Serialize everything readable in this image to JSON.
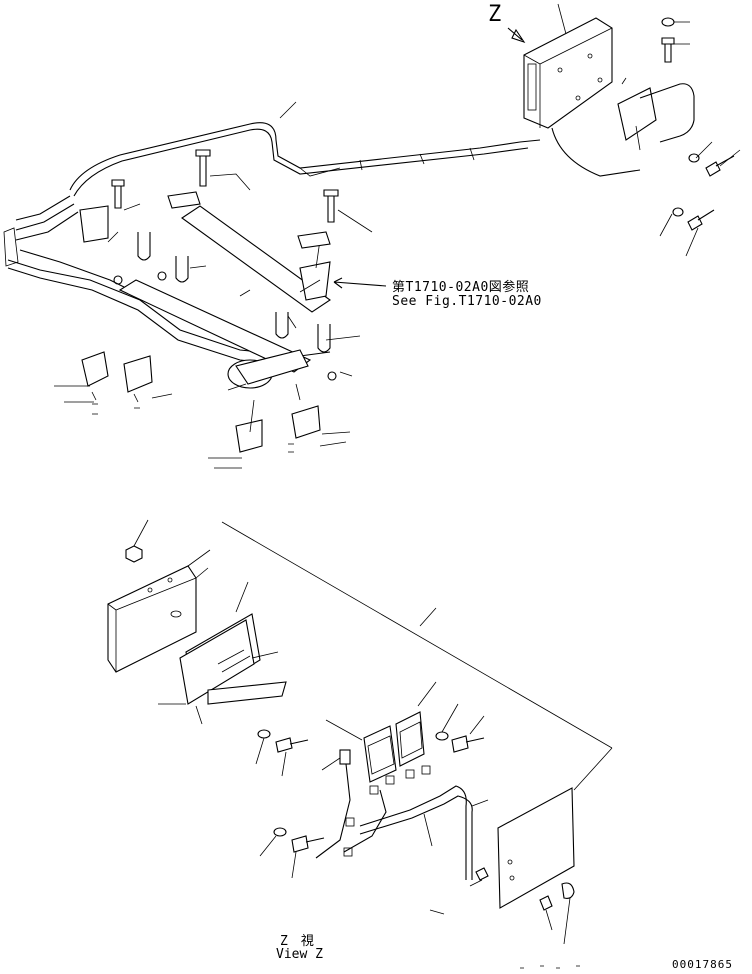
{
  "annotations": {
    "reference_jp": "第T1710-02A0図参照",
    "reference_en": "See Fig.T1710-02A0",
    "view_letter": "Z",
    "view_jp": "Z　視",
    "view_en": "View Z",
    "document_number": "00017865"
  },
  "colors": {
    "line": "#000000",
    "background": "#ffffff"
  }
}
